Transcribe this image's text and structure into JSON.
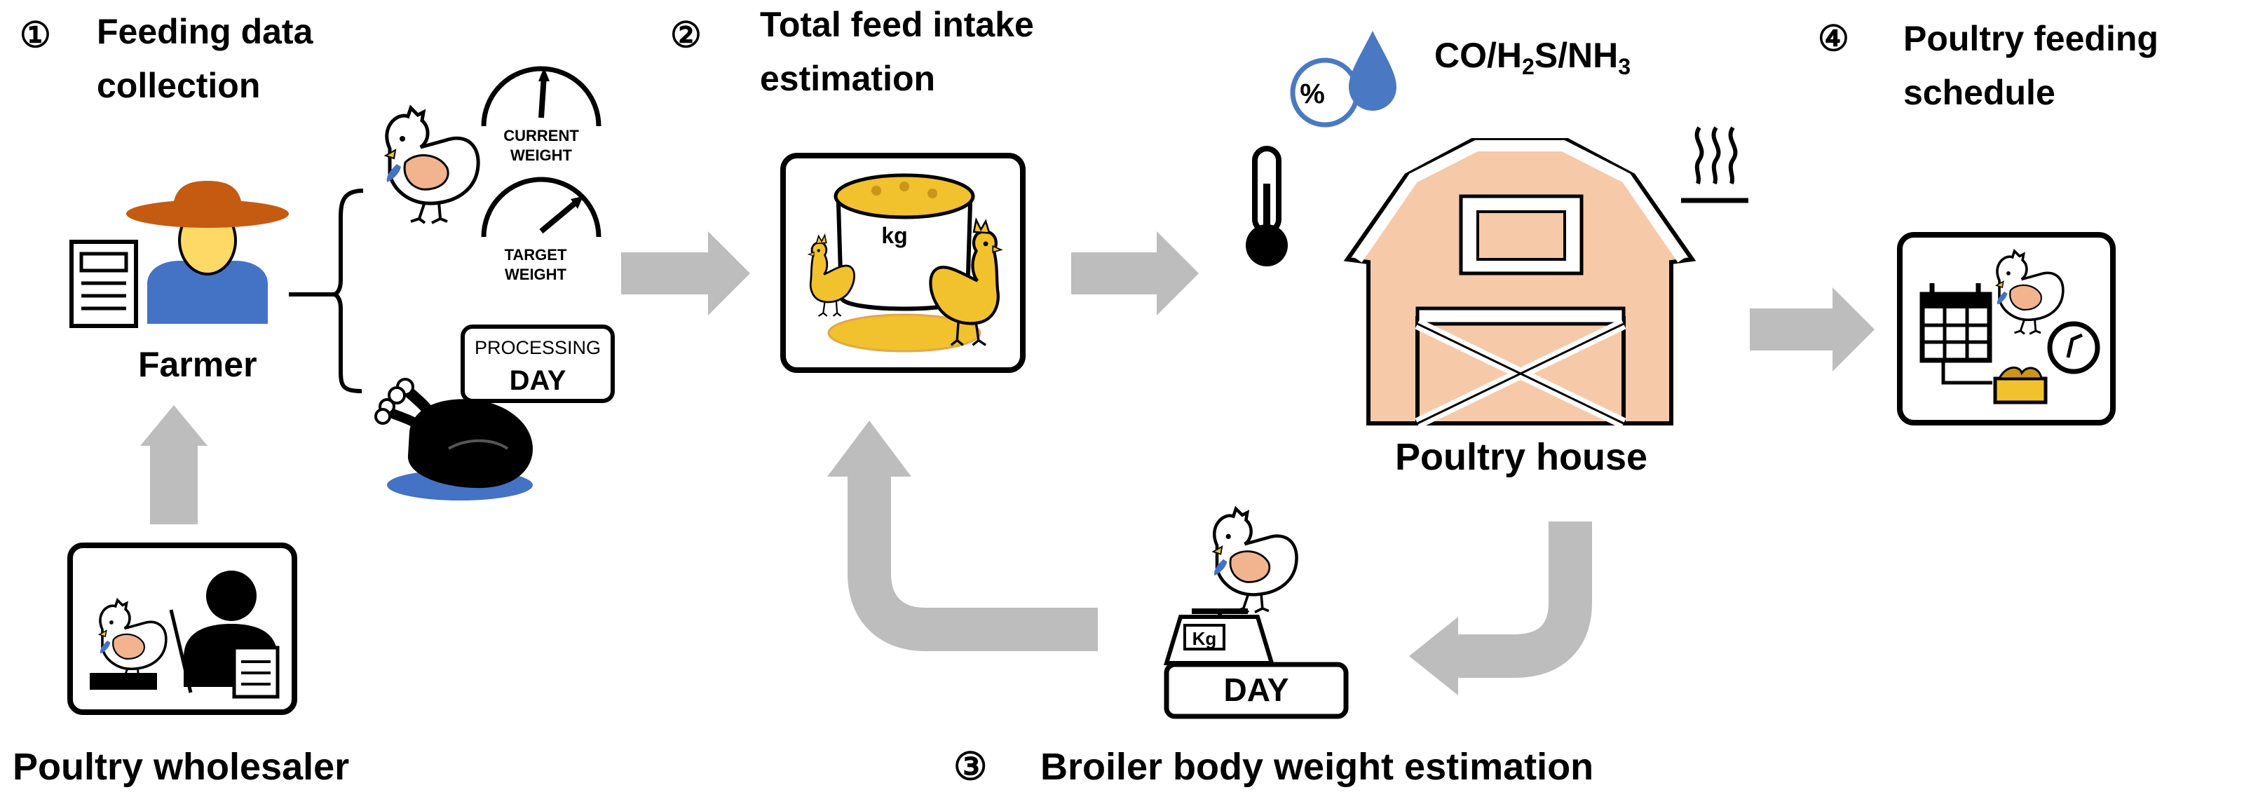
{
  "steps": [
    {
      "number": "①",
      "title_line1": "Feeding data",
      "title_line2": "collection"
    },
    {
      "number": "②",
      "title_line1": "Total feed intake",
      "title_line2": "estimation"
    },
    {
      "number": "③",
      "title": "Broiler body weight estimation"
    },
    {
      "number": "④",
      "title_line1": "Poultry feeding",
      "title_line2": "schedule"
    }
  ],
  "actors": {
    "farmer": "Farmer",
    "wholesaler": "Poultry wholesaler",
    "house": "Poultry house"
  },
  "gauges": {
    "current_line1": "CURRENT",
    "current_line2": "WEIGHT",
    "target_line1": "TARGET",
    "target_line2": "WEIGHT"
  },
  "processing": {
    "line1": "PROCESSING",
    "line2": "DAY"
  },
  "env": {
    "humidity_symbol": "%",
    "gases": {
      "p1": "CO/H",
      "s1": "2",
      "p2": "S/NH",
      "s2": "3"
    }
  },
  "feed_bag_unit": "kg",
  "scale_unit": "Kg",
  "day_label": "DAY",
  "colors": {
    "arrow": "#bdbdbd",
    "barn": "#f6c9a8",
    "chicken_body": "#f2b48f",
    "farmer_blue": "#4472c4",
    "farmer_hat": "#c55a11",
    "face": "#ffd966",
    "feed_yellow": "#f2c12e",
    "drop_blue": "#4a78c2"
  }
}
